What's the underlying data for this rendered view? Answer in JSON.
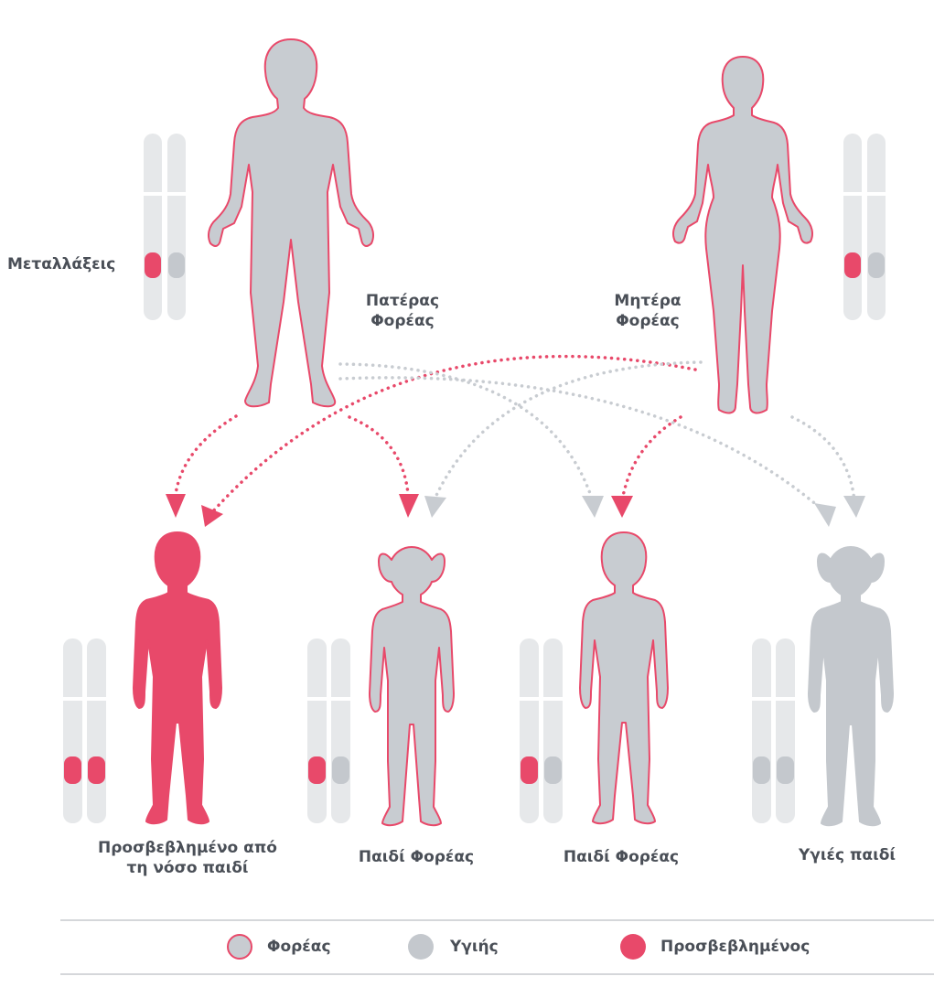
{
  "labels": {
    "mutations": "Μεταλλάξεις",
    "father_line1": "Πατέρας",
    "father_line2": "Φορέας",
    "mother_line1": "Μητέρα",
    "mother_line2": "Φορέας",
    "child1_line1": "Προσβεβλημένο από",
    "child1_line2": "τη νόσο παιδί",
    "child2": "Παιδί Φορέας",
    "child3": "Παιδί Φορέας",
    "child4": "Υγιές παιδί"
  },
  "legend": {
    "carrier": "Φορέας",
    "healthy": "Υγιής",
    "affected": "Προσβεβλημένος"
  },
  "colors": {
    "affected": "#e8496a",
    "body_gray": "#c8ccd1",
    "healthy_gray": "#c4c8cd",
    "chromosome": "#e6e8ea",
    "text": "#4a4f57",
    "rule": "#d5d7da"
  }
}
